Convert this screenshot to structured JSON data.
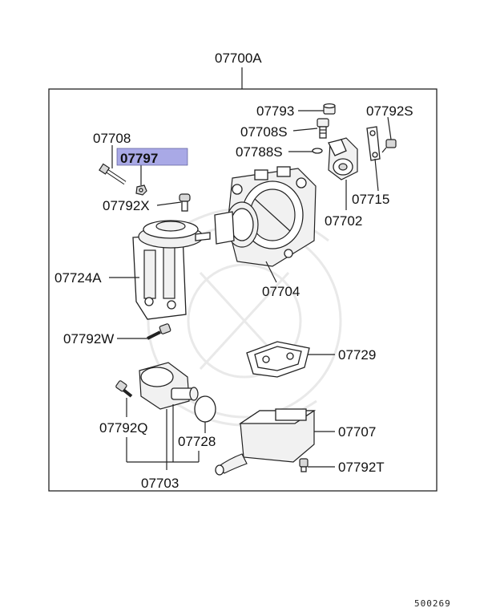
{
  "assembly_label": "07700A",
  "highlight_color": "#a9a9e6",
  "labels": {
    "p07793": "07793",
    "p07792S": "07792S",
    "p07708S": "07708S",
    "p07788S": "07788S",
    "p07708": "07708",
    "p07797": "07797",
    "p07792X": "07792X",
    "p07715": "07715",
    "p07702": "07702",
    "p07724A": "07724A",
    "p07704": "07704",
    "p07792W": "07792W",
    "p07729": "07729",
    "p07792Q": "07792Q",
    "p07728": "07728",
    "p07707": "07707",
    "p07792T": "07792T",
    "p07703": "07703"
  },
  "diagram_code": "500269"
}
